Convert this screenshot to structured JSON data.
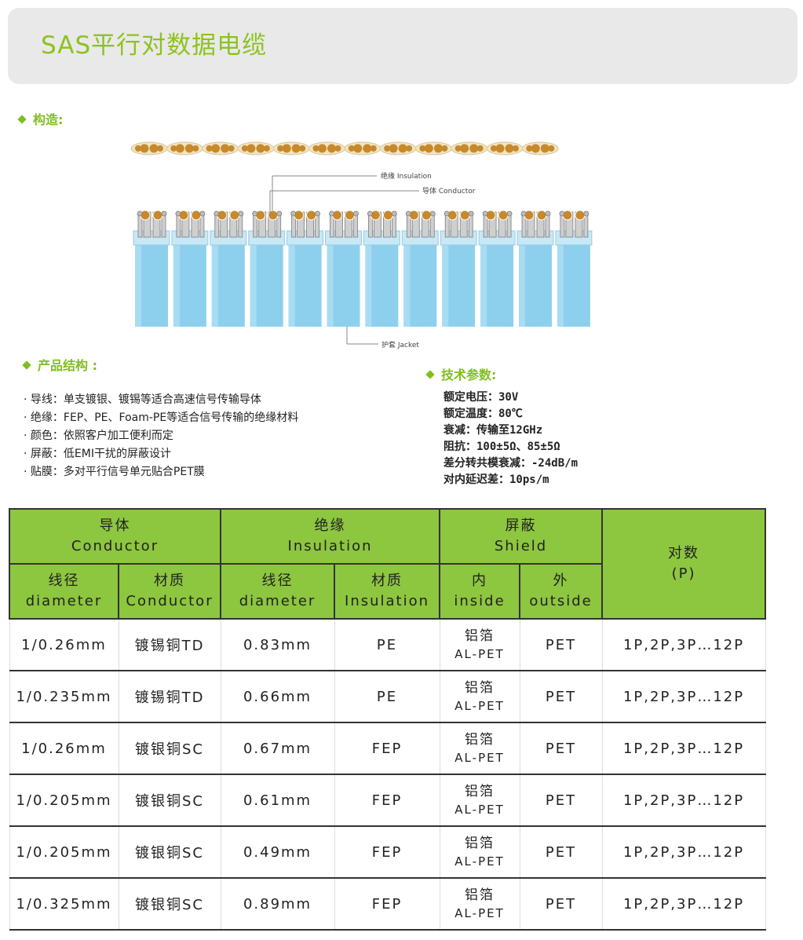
{
  "header": {
    "title": "SAS平行对数据电缆"
  },
  "sections": {
    "construction": "构造:",
    "structure": "产品结构 :",
    "tech": "技术参数:"
  },
  "diagram": {
    "insulation_label": "绝缘 Insulation",
    "conductor_label": "导体 Conductor",
    "jacket_label": "护套 Jacket",
    "pair_count": 12,
    "colors": {
      "conductor": "#c8892a",
      "jacket": "#8dd0ee",
      "strip": "#f0e4c4"
    }
  },
  "structure_items": [
    "· 导线：单支镀银、镀锡等适合高速信号传输导体",
    "· 绝缘：FEP、PE、Foam-PE等适合信号传输的绝缘材料",
    "· 颜色：依照客户加工便利而定",
    "· 屏蔽：低EMI干扰的屏蔽设计",
    "· 贴膜：多对平行信号单元贴合PET膜"
  ],
  "tech_params": [
    "额定电压：30V",
    "额定温度：80℃",
    "衰减：传输至12GHz",
    "阻抗：100±5Ω、85±5Ω",
    "差分转共模衰减：-24dB/m",
    "对内延迟差：10ps/m"
  ],
  "table": {
    "group_headers": {
      "conductor": {
        "cn": "导体",
        "en": "Conductor"
      },
      "insulation": {
        "cn": "绝缘",
        "en": "Insulation"
      },
      "shield": {
        "cn": "屏蔽",
        "en": "Shield"
      },
      "pairs": {
        "cn": "对数",
        "en": "(P)"
      }
    },
    "sub_headers": {
      "cond_dia": {
        "cn": "线径",
        "en": "diameter"
      },
      "cond_mat": {
        "cn": "材质",
        "en": "Conductor"
      },
      "ins_dia": {
        "cn": "线径",
        "en": "diameter"
      },
      "ins_mat": {
        "cn": "材质",
        "en": "Insulation"
      },
      "shield_in": {
        "cn": "内",
        "en": "inside"
      },
      "shield_out": {
        "cn": "外",
        "en": "outside"
      }
    },
    "rows": [
      {
        "cond_dia": "1/0.26mm",
        "cond_mat": "镀锡铜TD",
        "ins_dia": "0.83mm",
        "ins_mat": "PE",
        "shield_in_cn": "铝箔",
        "shield_in_en": "AL-PET",
        "shield_out": "PET",
        "pairs": "1P,2P,3P…12P"
      },
      {
        "cond_dia": "1/0.235mm",
        "cond_mat": "镀锡铜TD",
        "ins_dia": "0.66mm",
        "ins_mat": "PE",
        "shield_in_cn": "铝箔",
        "shield_in_en": "AL-PET",
        "shield_out": "PET",
        "pairs": "1P,2P,3P…12P"
      },
      {
        "cond_dia": "1/0.26mm",
        "cond_mat": "镀银铜SC",
        "ins_dia": "0.67mm",
        "ins_mat": "FEP",
        "shield_in_cn": "铝箔",
        "shield_in_en": "AL-PET",
        "shield_out": "PET",
        "pairs": "1P,2P,3P…12P"
      },
      {
        "cond_dia": "1/0.205mm",
        "cond_mat": "镀银铜SC",
        "ins_dia": "0.61mm",
        "ins_mat": "FEP",
        "shield_in_cn": "铝箔",
        "shield_in_en": "AL-PET",
        "shield_out": "PET",
        "pairs": "1P,2P,3P…12P"
      },
      {
        "cond_dia": "1/0.205mm",
        "cond_mat": "镀银铜SC",
        "ins_dia": "0.49mm",
        "ins_mat": "FEP",
        "shield_in_cn": "铝箔",
        "shield_in_en": "AL-PET",
        "shield_out": "PET",
        "pairs": "1P,2P,3P…12P"
      },
      {
        "cond_dia": "1/0.325mm",
        "cond_mat": "镀银铜SC",
        "ins_dia": "0.89mm",
        "ins_mat": "FEP",
        "shield_in_cn": "铝箔",
        "shield_in_en": "AL-PET",
        "shield_out": "PET",
        "pairs": "1P,2P,3P…12P"
      }
    ]
  }
}
